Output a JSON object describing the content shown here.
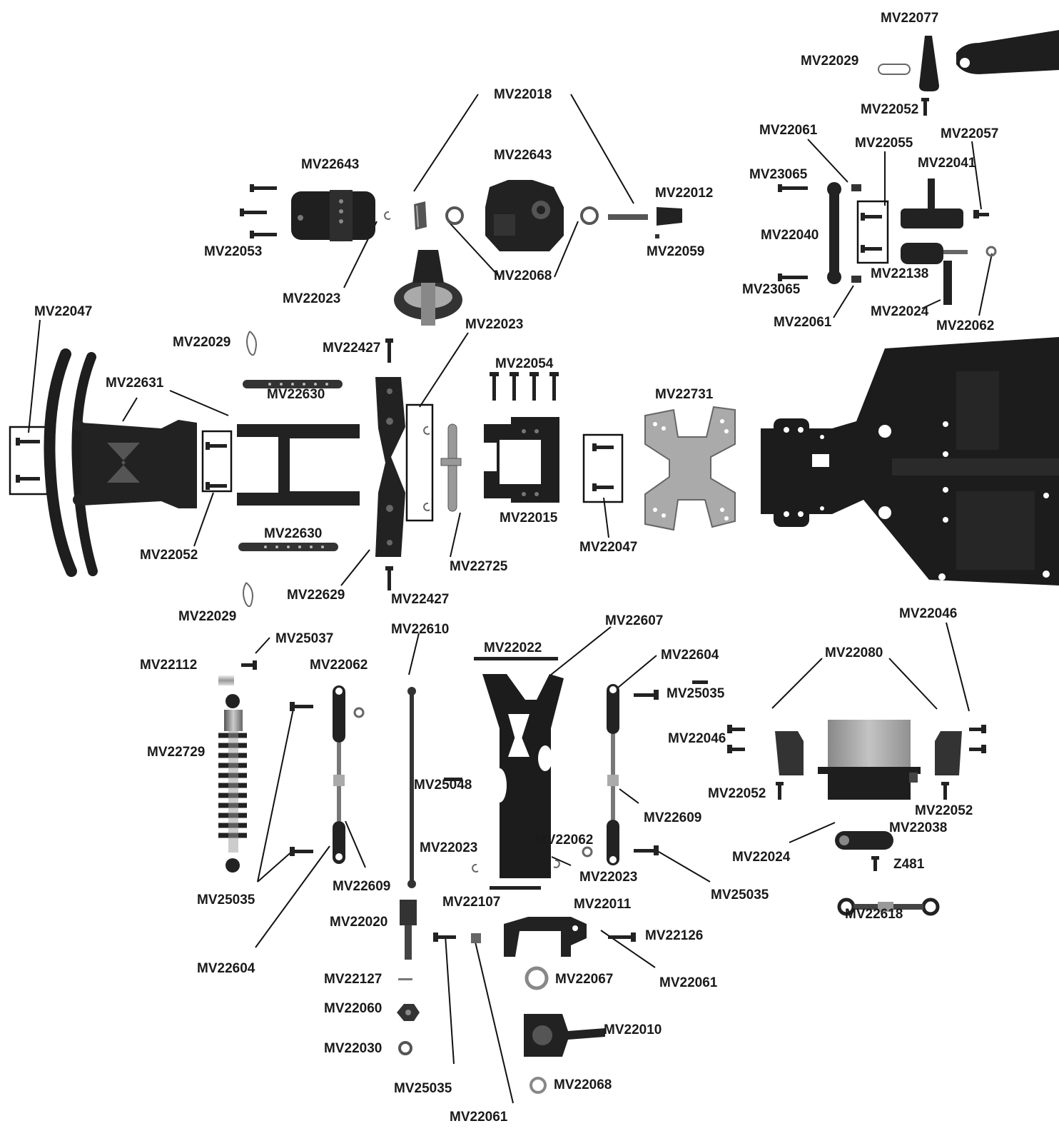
{
  "diagram": {
    "parts": {
      "p01": "MV22077",
      "p02": "MV22029",
      "p03": "MV22052",
      "p04": "MV22061",
      "p05": "MV22055",
      "p06": "MV22057",
      "p07": "MV22041",
      "p08": "MV23065",
      "p09": "MV22040",
      "p10": "MV23065",
      "p11": "MV22138",
      "p12": "MV22024",
      "p13": "MV22061",
      "p14": "MV22062",
      "p15": "MV22018",
      "p16": "MV22643",
      "p17": "MV22643",
      "p18": "MV22012",
      "p19": "MV22059",
      "p20": "MV22053",
      "p21": "MV22023",
      "p22": "MV22068",
      "p23": "MV22047",
      "p24": "MV22029",
      "p25": "MV22427",
      "p26": "MV22023",
      "p27": "MV22631",
      "p28": "MV22630",
      "p29": "MV22054",
      "p30": "MV22731",
      "p31": "MV22015",
      "p32": "MV22630",
      "p33": "MV22052",
      "p34": "MV22047",
      "p35": "MV22725",
      "p36": "MV22629",
      "p37": "MV22427",
      "p38": "MV22029",
      "p39": "MV22610",
      "p40": "MV22607",
      "p41": "MV22046",
      "p42": "MV25037",
      "p43": "MV22022",
      "p44": "MV22112",
      "p45": "MV22062",
      "p46": "MV22604",
      "p47": "MV22080",
      "p48": "MV25035",
      "p49": "MV22729",
      "p50": "MV22046",
      "p51": "MV25048",
      "p52": "MV22052",
      "p53": "MV22052",
      "p54": "MV22609",
      "p55": "MV22038",
      "p56": "MV22023",
      "p57": "MV22062",
      "p58": "MV22024",
      "p59": "MV22023",
      "p60": "Z481",
      "p61": "MV22609",
      "p62": "MV25035",
      "p63": "MV25035",
      "p64": "MV22107",
      "p65": "MV22011",
      "p66": "MV22618",
      "p67": "MV22020",
      "p68": "MV22126",
      "p69": "MV22604",
      "p70": "MV22127",
      "p71": "MV22067",
      "p72": "MV22061",
      "p73": "MV22060",
      "p74": "MV22010",
      "p75": "MV22030",
      "p76": "MV22068",
      "p77": "MV25035",
      "p78": "MV22061"
    }
  }
}
